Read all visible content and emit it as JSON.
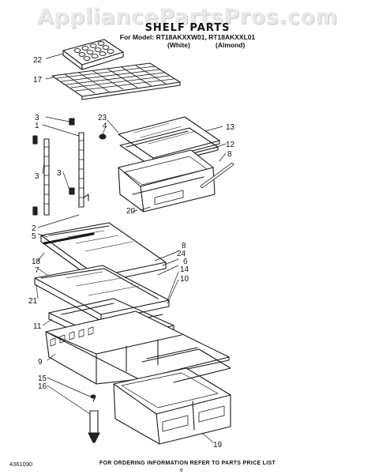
{
  "watermark": "AppliancePartsPros.com",
  "title": "SHELF PARTS",
  "model_line": "For Model: RT18AKXXW01, RT18AKXXL01",
  "model_colors": [
    "(White)",
    "(Almond)"
  ],
  "callouts": {
    "c1": "1",
    "c2": "2",
    "c3a": "3",
    "c3b": "3",
    "c3c": "3",
    "c4": "4",
    "c5": "5",
    "c6": "6",
    "c7": "7",
    "c8a": "8",
    "c8b": "8",
    "c9": "9",
    "c10": "10",
    "c11": "11",
    "c12": "12",
    "c13": "13",
    "c14": "14",
    "c15": "15",
    "c16": "16",
    "c17": "17",
    "c18": "18",
    "c19": "19",
    "c20": "20",
    "c21": "21",
    "c22": "22",
    "c23": "23",
    "c24": "24"
  },
  "footer": {
    "doc_number": "4361090",
    "note": "FOR ORDERING INFORMATION REFER TO PARTS PRICE LIST",
    "page": "6"
  }
}
